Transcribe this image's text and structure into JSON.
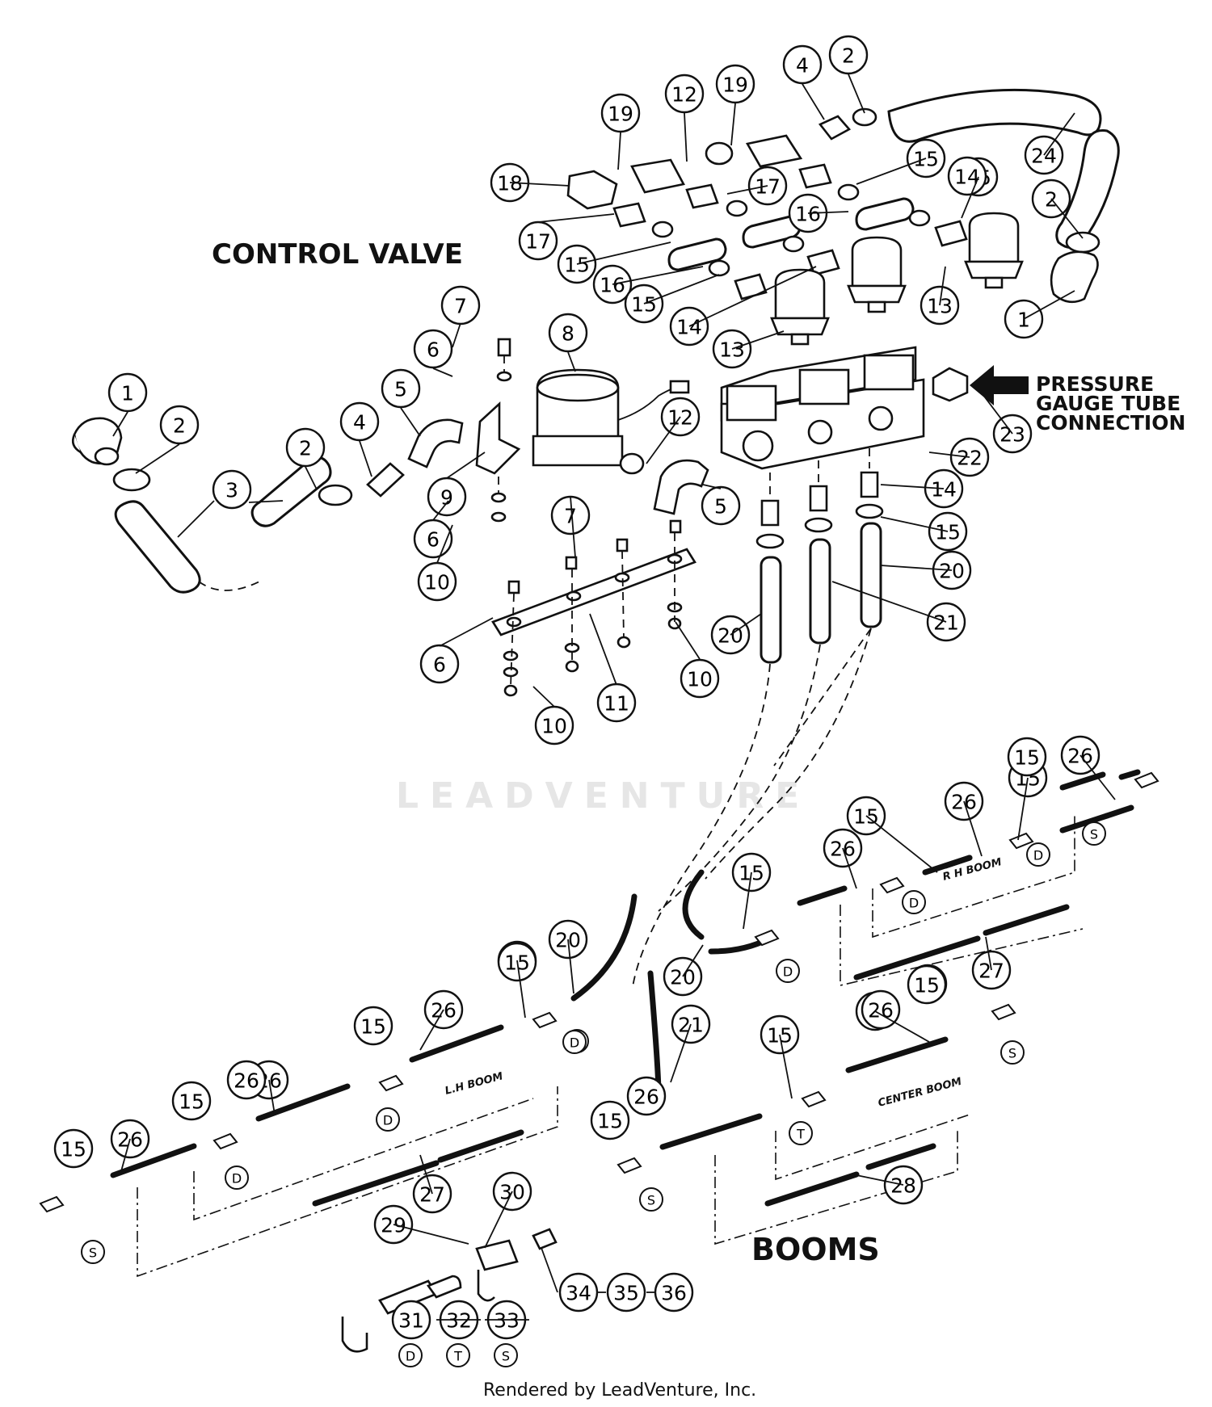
{
  "titles": {
    "control_valve": "CONTROL VALVE",
    "booms": "BOOMS",
    "pressure_1": "PRESSURE",
    "pressure_2": "GAUGE TUBE",
    "pressure_3": "CONNECTION"
  },
  "boom_labels": {
    "rh": "R H BOOM",
    "lh": "L.H BOOM",
    "center": "CENTER BOOM"
  },
  "watermark": "LEADVENTURE",
  "footer": "Rendered by LeadVenture, Inc.",
  "callouts": [
    "1",
    "2",
    "3",
    "2",
    "4",
    "5",
    "6",
    "7",
    "8",
    "9",
    "6",
    "10",
    "12",
    "5",
    "7",
    "6",
    "11",
    "10",
    "10",
    "19",
    "12",
    "19",
    "4",
    "2",
    "24",
    "18",
    "17",
    "17",
    "15",
    "16",
    "15",
    "14",
    "2",
    "15",
    "16",
    "15",
    "14",
    "13",
    "13",
    "1",
    "22",
    "23",
    "14",
    "15",
    "20",
    "20",
    "21",
    "15",
    "26",
    "15",
    "26",
    "15",
    "26",
    "15",
    "27",
    "20",
    "15",
    "20",
    "21",
    "15",
    "26",
    "15",
    "26",
    "15",
    "26",
    "15",
    "26",
    "27",
    "29",
    "30",
    "31",
    "32",
    "33",
    "34",
    "35",
    "36",
    "15",
    "26",
    "15",
    "26",
    "15",
    "26",
    "15",
    "28"
  ],
  "letters": [
    "D",
    "S",
    "D",
    "D",
    "D",
    "D",
    "D",
    "D",
    "S",
    "T",
    "S",
    "S",
    "D",
    "T",
    "S"
  ]
}
